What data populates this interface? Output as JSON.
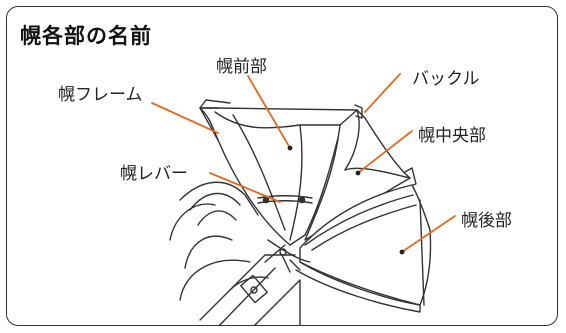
{
  "title": "幌各部の名前",
  "labels": {
    "frame": "幌フレーム",
    "front": "幌前部",
    "buckle": "バックル",
    "center": "幌中央部",
    "lever": "幌レバー",
    "rear": "幌後部"
  },
  "colors": {
    "leader": "#e06a20",
    "ink": "#333333"
  }
}
